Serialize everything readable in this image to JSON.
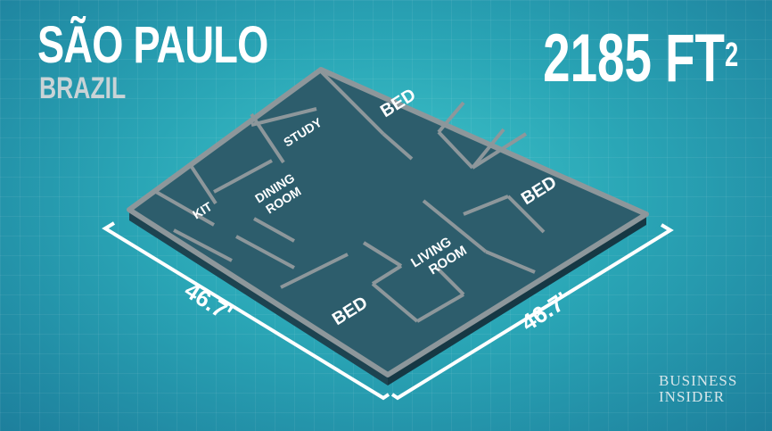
{
  "header": {
    "city": "SÃO PAULO",
    "country": "BRAZIL",
    "area_value": "2185 FT",
    "area_unit_exp": "2"
  },
  "rooms": {
    "bed_top": "BED",
    "study": "STUDY",
    "dining": "DINING",
    "dining2": "ROOM",
    "kit": "KIT",
    "bed_right": "BED",
    "living": "LIVING",
    "living2": "ROOM",
    "bed_bottom": "BED"
  },
  "dimensions": {
    "left": "46.7'",
    "right": "46.7'"
  },
  "logo": {
    "line1": "BUSINESS",
    "line2": "INSIDER"
  },
  "colors": {
    "floor": "#2d5d6c",
    "wall": "#8d979b",
    "background": "#2aa6b6"
  }
}
